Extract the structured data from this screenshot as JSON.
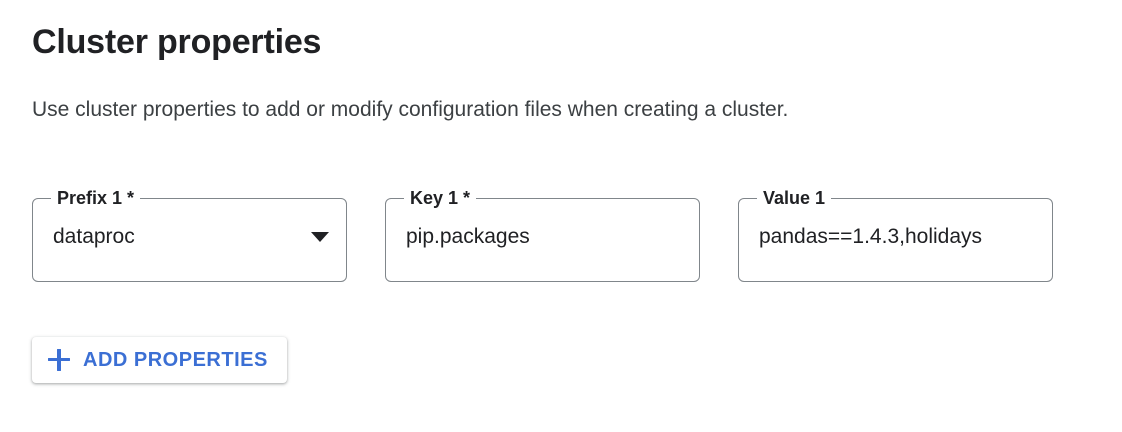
{
  "section": {
    "title": "Cluster properties",
    "description": "Use cluster properties to add or modify configuration files when creating a cluster."
  },
  "fields": [
    {
      "label": "Prefix 1 *",
      "value": "dataproc",
      "type": "select",
      "icon": "chevron-down-icon",
      "required": true
    },
    {
      "label": "Key 1 *",
      "value": "pip.packages",
      "type": "text",
      "required": true
    },
    {
      "label": "Value 1",
      "value": "pandas==1.4.3,holidays",
      "type": "text",
      "required": false
    }
  ],
  "actions": {
    "add_properties_label": "ADD PROPERTIES",
    "add_properties_icon": "plus-icon"
  },
  "colors": {
    "accent_blue": "#3b6fd4",
    "text_primary": "#202124",
    "text_secondary": "#3c4043",
    "field_border": "#80868b",
    "background": "#ffffff"
  }
}
